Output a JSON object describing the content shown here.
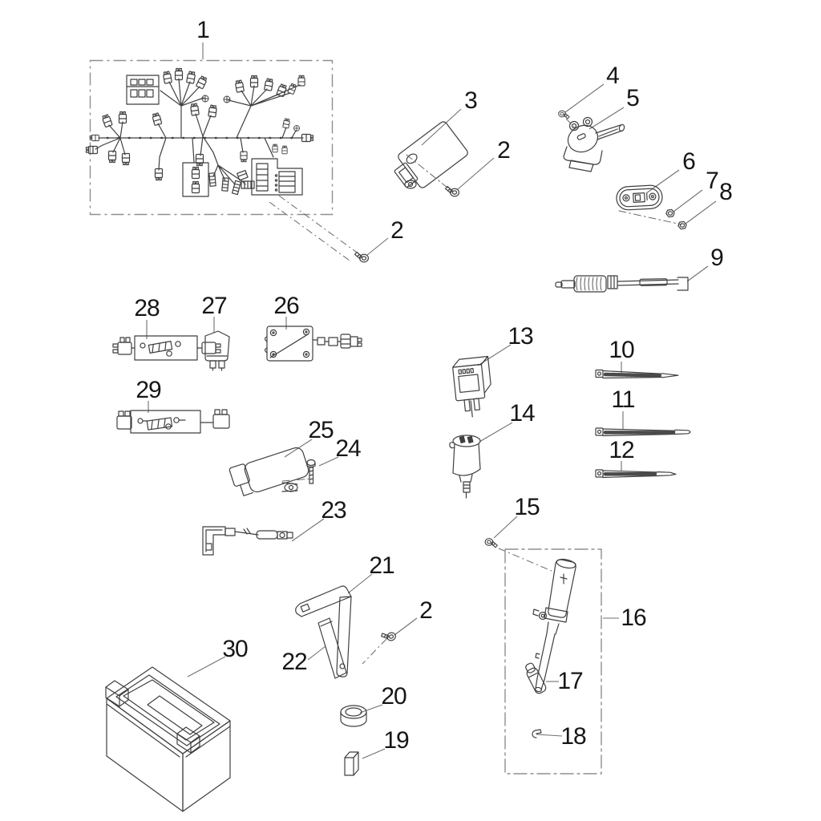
{
  "diagram": {
    "background_color": "#ffffff",
    "line_color": "#3f3f3f",
    "leader_color": "#707070",
    "dash_box_color": "#8f8f8f",
    "labels": {
      "p1": "1",
      "p2a": "2",
      "p2b": "2",
      "p2c": "2",
      "p3": "3",
      "p4": "4",
      "p5": "5",
      "p6": "6",
      "p7": "7",
      "p8": "8",
      "p9": "9",
      "p10": "10",
      "p11": "11",
      "p12": "12",
      "p13": "13",
      "p14": "14",
      "p15": "15",
      "p16": "16",
      "p17": "17",
      "p18": "18",
      "p19": "19",
      "p20": "20",
      "p21": "21",
      "p22": "22",
      "p23": "23",
      "p24": "24",
      "p25": "25",
      "p26": "26",
      "p27": "27",
      "p28": "28",
      "p29": "29",
      "p30": "30"
    }
  }
}
